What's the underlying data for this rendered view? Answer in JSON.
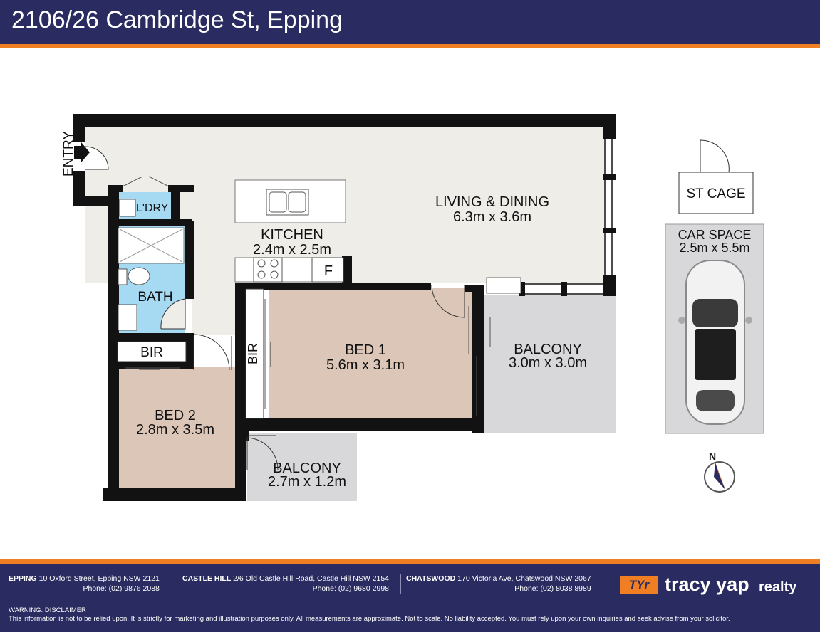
{
  "header": {
    "title": "2106/26 Cambridge St, Epping"
  },
  "rooms": {
    "entry": "ENTRY",
    "laundry": "L'DRY",
    "bath": "BATH",
    "kitchen_name": "KITCHEN",
    "kitchen_dims": "2.4m x 2.5m",
    "fridge": "F",
    "living_name": "LIVING & DINING",
    "living_dims": "6.3m x 3.6m",
    "bir_bed2": "BIR",
    "bir_bed1": "BIR",
    "bed1_name": "BED 1",
    "bed1_dims": "5.6m x 3.1m",
    "bed2_name": "BED 2",
    "bed2_dims": "2.8m x 3.5m",
    "balcony1_name": "BALCONY",
    "balcony1_dims": "3.0m x 3.0m",
    "balcony2_name": "BALCONY",
    "balcony2_dims": "2.7m x 1.2m",
    "st_cage": "ST CAGE",
    "car_name": "CAR SPACE",
    "car_dims": "2.5m x 5.5m",
    "north": "N"
  },
  "colors": {
    "navy": "#2a2c61",
    "orange": "#f07f23",
    "floor": "#efede8",
    "bedroom": "#dcc6b7",
    "wet": "#a6d9f2",
    "outdoor": "#d8d8da"
  },
  "offices": [
    {
      "name": "EPPING",
      "address": "10 Oxford Street, Epping NSW 2121",
      "phone": "Phone: (02) 9876 2088"
    },
    {
      "name": "CASTLE HILL",
      "address": "2/6 Old Castle Hill Road, Castle Hill NSW 2154",
      "phone": "Phone: (02) 9680 2998"
    },
    {
      "name": "CHATSWOOD",
      "address": "170 Victoria Ave, Chatswood NSW 2067",
      "phone": "Phone: (02) 8038 8989"
    }
  ],
  "brand": {
    "logo": "TYr",
    "name": "tracy yap",
    "suffix": "realty"
  },
  "disclaimer": {
    "heading": "WARNING: DISCLAIMER",
    "text": "This information is not to be relied upon. It is strictly for marketing and illustration purposes only. All measurements are approximate. Not to scale. No liability accepted. You must rely upon your own inquiries and seek advise from your solicitor."
  }
}
